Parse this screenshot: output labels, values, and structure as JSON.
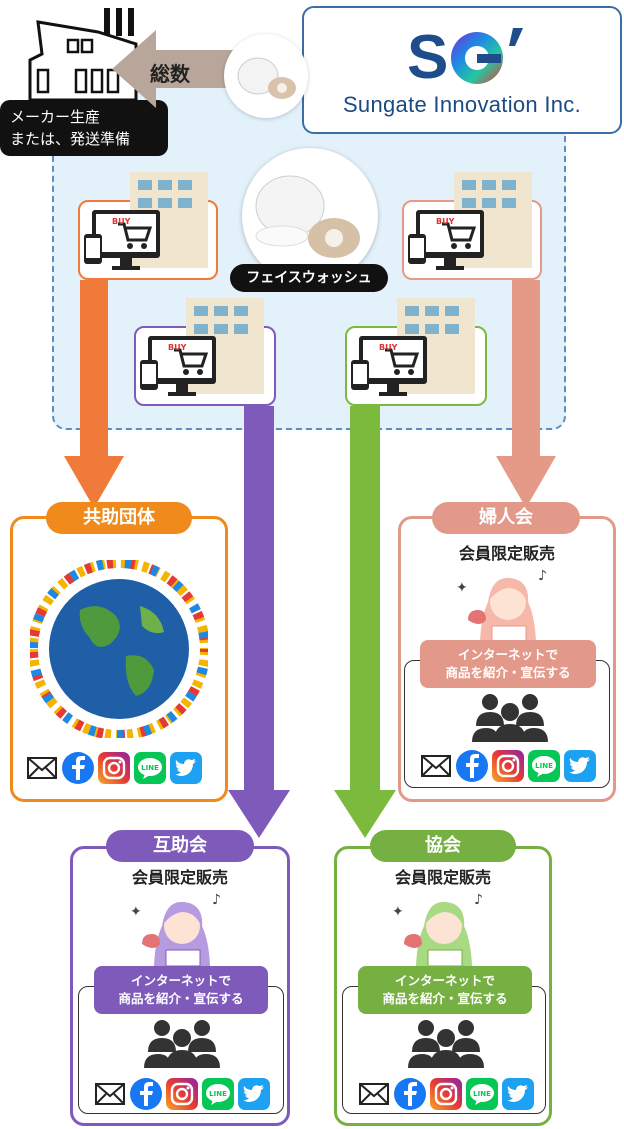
{
  "company": {
    "logo_letters": "SG",
    "name": "Sungate Innovation Inc."
  },
  "factory": {
    "label_line1": "メーカー生産",
    "label_line2": "または、発送準備"
  },
  "total_arrow": {
    "label": "総数"
  },
  "product": {
    "label": "フェイスウォッシュ"
  },
  "shop": {
    "buy_tag": "BUY"
  },
  "groups": {
    "kyojo": {
      "title": "共助団体",
      "color": "#f08a1c"
    },
    "fujinkai": {
      "title": "婦人会",
      "subtitle": "会員限定販売",
      "promo_line1": "インターネットで",
      "promo_line2": "商品を紹介・宣伝する",
      "color": "#e3998a"
    },
    "gojokai": {
      "title": "互助会",
      "subtitle": "会員限定販売",
      "promo_line1": "インターネットで",
      "promo_line2": "商品を紹介・宣伝する",
      "color": "#7e5bbb"
    },
    "kyokai": {
      "title": "協会",
      "subtitle": "会員限定販売",
      "promo_line1": "インターネットで",
      "promo_line2": "商品を紹介・宣伝する",
      "color": "#76b043"
    }
  },
  "social": {
    "line_text": "LINE"
  },
  "colors": {
    "orange": "#ef7a3a",
    "purple": "#7e5bbb",
    "green": "#7cba3d",
    "salmon": "#e59a88",
    "region_bg": "#e3f1fb"
  },
  "icons": [
    "factory-icon",
    "building-icon",
    "shopping-cart-icon",
    "mail-icon",
    "facebook-icon",
    "instagram-icon",
    "line-icon",
    "twitter-icon",
    "group-people-icon",
    "woman-icon",
    "globe-icon"
  ]
}
